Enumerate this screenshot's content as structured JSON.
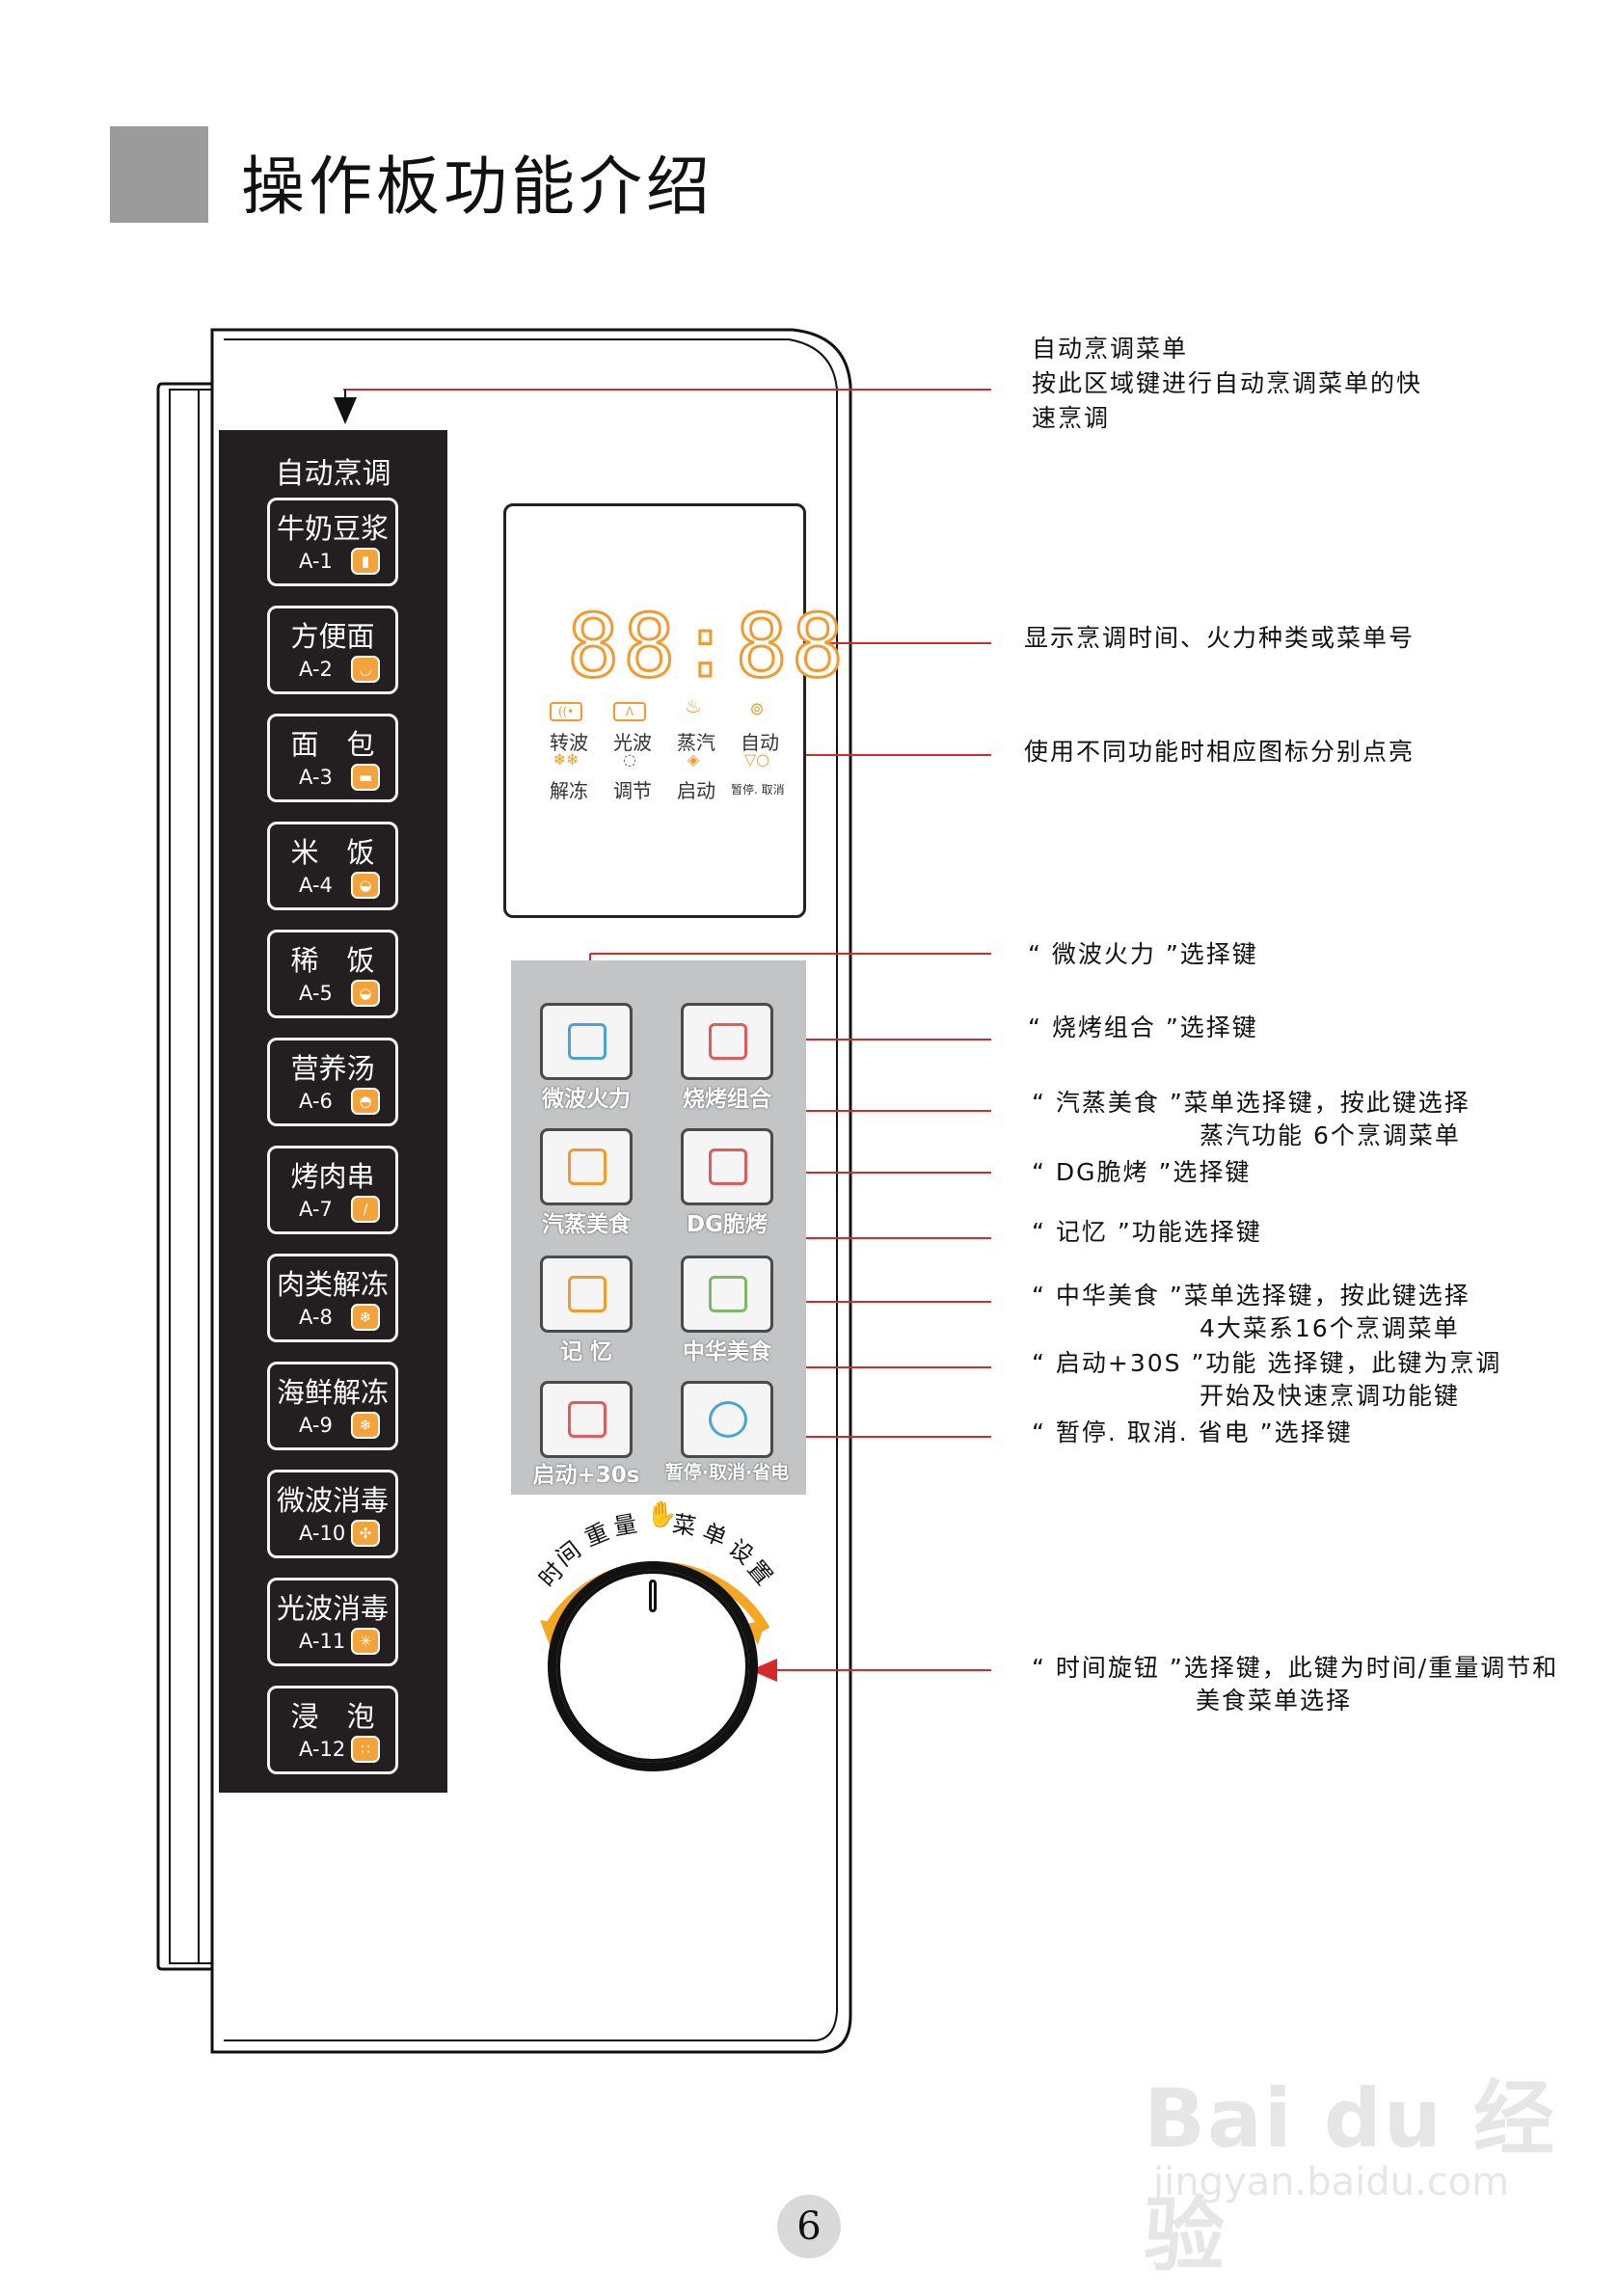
{
  "header": {
    "title": "操作板功能介绍"
  },
  "menu": {
    "title": "自动烹调",
    "items": [
      {
        "name": "牛奶豆浆",
        "code": "A-1"
      },
      {
        "name": "方便面",
        "code": "A-2"
      },
      {
        "name": "面　包",
        "code": "A-3"
      },
      {
        "name": "米　饭",
        "code": "A-4"
      },
      {
        "name": "稀　饭",
        "code": "A-5"
      },
      {
        "name": "营养汤",
        "code": "A-6"
      },
      {
        "name": "烤肉串",
        "code": "A-7"
      },
      {
        "name": "肉类解冻",
        "code": "A-8"
      },
      {
        "name": "海鲜解冻",
        "code": "A-9"
      },
      {
        "name": "微波消毒",
        "code": "A-10"
      },
      {
        "name": "光波消毒",
        "code": "A-11"
      },
      {
        "name": "浸　泡",
        "code": "A-12"
      }
    ]
  },
  "display": {
    "digits": "88:88",
    "row1": [
      "转波",
      "光波",
      "蒸汽",
      "自动"
    ],
    "row2": [
      "解冻",
      "调节",
      "启动",
      "暂停. 取消"
    ]
  },
  "controls": [
    {
      "label": "微波火力"
    },
    {
      "label": "烧烤组合"
    },
    {
      "label": "汽蒸美食"
    },
    {
      "label": "DG脆烤"
    },
    {
      "label": "记 忆"
    },
    {
      "label": "中华美食"
    },
    {
      "label": "启动+30s"
    },
    {
      "label": "暂停·取消·省电"
    }
  ],
  "dial": {
    "labels": [
      "时",
      "间",
      "重",
      "量",
      "菜",
      "单",
      "设",
      "置"
    ]
  },
  "annotations": {
    "auto_menu": [
      "自动烹调菜单",
      "按此区域键进行自动烹调菜单的快",
      "速烹调"
    ],
    "display": "显示烹调时间、火力种类或菜单号",
    "icons": "使用不同功能时相应图标分别点亮",
    "microwave": "“ 微波火力 ”选择键",
    "grill": "“ 烧烤组合 ”选择键",
    "steam": [
      "“ 汽蒸美食 ”菜单选择键，按此键选择",
      "蒸汽功能 6个烹调菜单"
    ],
    "dg": "“  DG脆烤  ”选择键",
    "memory": "“ 记忆 ”功能选择键",
    "chinese": [
      "“ 中华美食 ”菜单选择键，按此键选择",
      "4大菜系16个烹调菜单"
    ],
    "start": [
      "“ 启动+30S ”功能 选择键，此键为烹调",
      "开始及快速烹调功能键"
    ],
    "pause": "“ 暂停. 取消. 省电 ”选择键",
    "knob": [
      "“ 时间旋钮 ”选择键，此键为时间/重量调节和",
      "美食菜单选择"
    ]
  },
  "page_number": "6",
  "watermark": {
    "line1": "Bai du 经验",
    "line2": "jingyan.baidu.com"
  },
  "colors": {
    "accent": "#f29a2e",
    "arrow": "#d42a2a",
    "menu_bg": "#231f20",
    "control_bg": "#c2c4c6"
  }
}
